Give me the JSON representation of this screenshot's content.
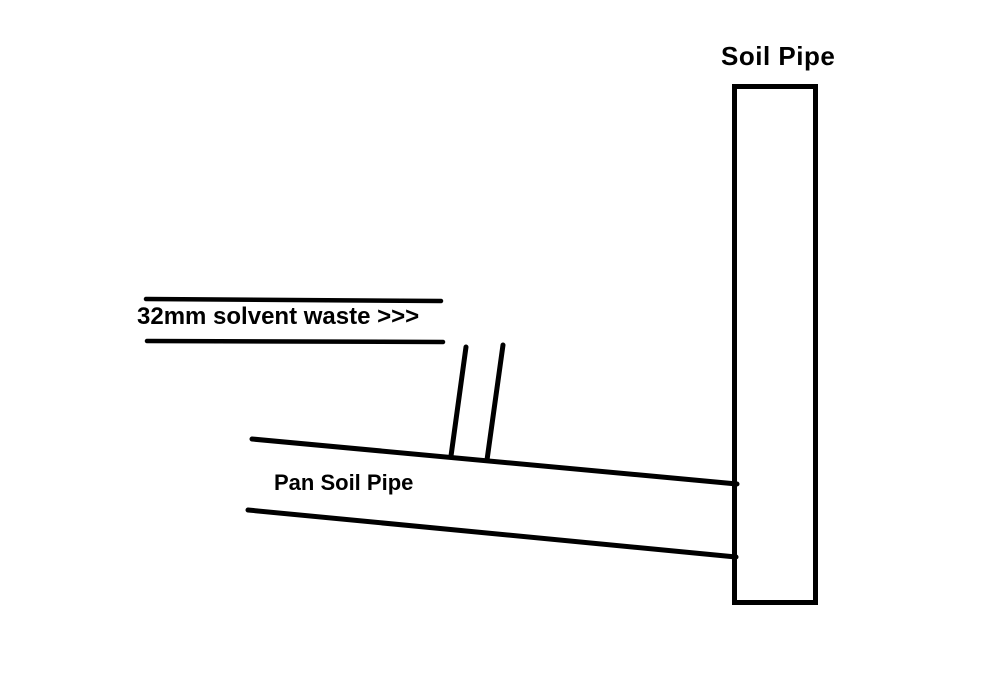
{
  "diagram": {
    "labels": {
      "soil_pipe": "Soil Pipe",
      "solvent_waste": "32mm solvent waste >>>",
      "pan_soil_pipe": "Pan Soil Pipe"
    },
    "colors": {
      "line": "#000000",
      "background": "#ffffff"
    }
  }
}
